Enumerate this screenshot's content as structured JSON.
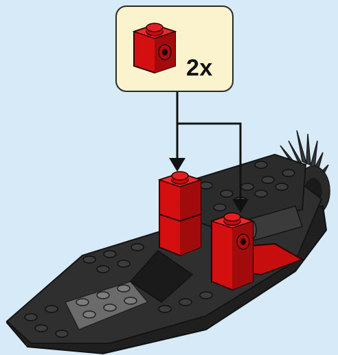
{
  "callout": {
    "part_icon": "red-1x1-brick-with-side-stud-icon",
    "quantity_label": "2x"
  },
  "colors": {
    "background": "#d6eaf8",
    "callout_background": "#fbf3cd",
    "brick_red": "#d40f0f",
    "hull_dark_gray": "#2d2d2d",
    "hull_light_gray": "#6b6b6b"
  },
  "arrows": [
    "arrow-to-left-brick",
    "arrow-to-right-brick"
  ]
}
